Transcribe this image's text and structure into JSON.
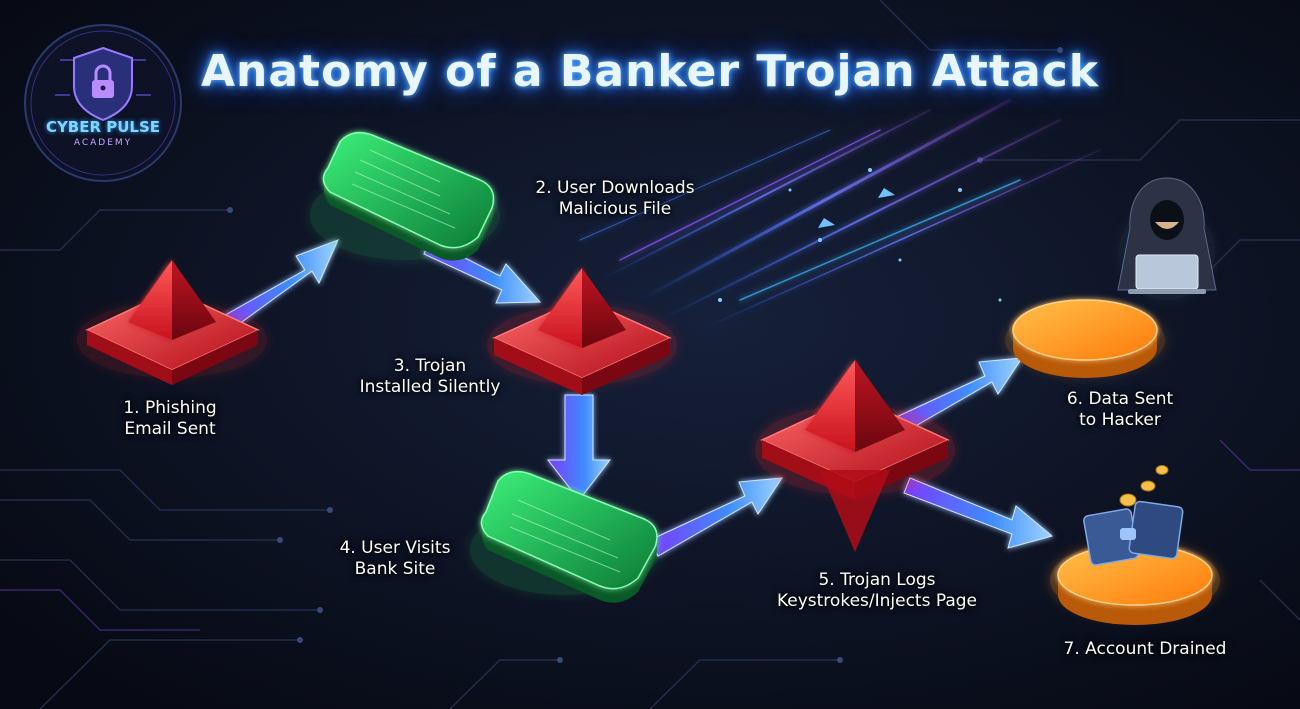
{
  "title": "Anatomy of a Banker Trojan Attack",
  "logo": {
    "line1": "CYBER PULSE",
    "line2": "ACADEMY"
  },
  "steps": [
    {
      "line1": "1. Phishing",
      "line2": "Email Sent"
    },
    {
      "line1": "2. User Downloads",
      "line2": "Malicious File"
    },
    {
      "line1": "3. Trojan",
      "line2": "Installed Silently"
    },
    {
      "line1": "4. User Visits",
      "line2": "Bank Site"
    },
    {
      "line1": "5. Trojan Logs",
      "line2": "Keystrokes/Injects Page"
    },
    {
      "line1": "6. Data Sent",
      "line2": "to Hacker"
    },
    {
      "line1": "7. Account Drained",
      "line2": ""
    }
  ],
  "colors": {
    "background": "#0a0f1c",
    "trojan_red": "#ff2a2a",
    "screen_green": "#2ee86b",
    "data_orange": "#ff9a1f",
    "arrow_blue": "#4aa8ff",
    "neon_purple": "#9a5cff"
  },
  "icons": [
    "shield-lock-icon",
    "hacker-icon",
    "laptop-icon",
    "wallet-icon",
    "coin-icon"
  ]
}
